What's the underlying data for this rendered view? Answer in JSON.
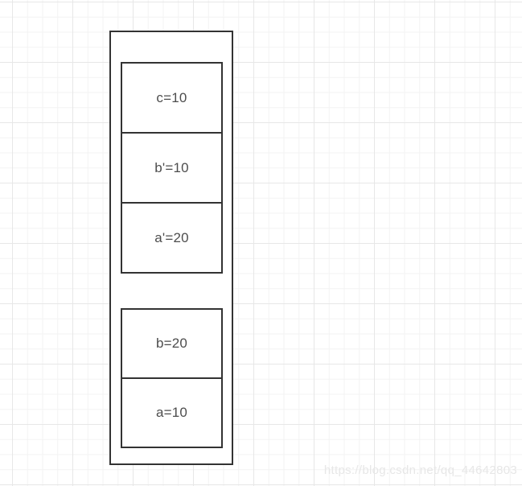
{
  "canvas": {
    "watermark_text": "https://blog.csdn.net/qq_44642803"
  },
  "colors": {
    "shape_border": "#333333",
    "shape_fill": "#ffffff",
    "label_text": "#4d4d4d",
    "grid_minor": "#f3f3f3",
    "grid_major": "#e7e7e7",
    "watermark": "#e7e7e7"
  },
  "diagram": {
    "upper_stack": {
      "boxes": [
        {
          "label": "c=10"
        },
        {
          "label": "b'=10"
        },
        {
          "label": "a'=20"
        }
      ]
    },
    "lower_stack": {
      "boxes": [
        {
          "label": "b=20"
        },
        {
          "label": "a=10"
        }
      ]
    }
  }
}
